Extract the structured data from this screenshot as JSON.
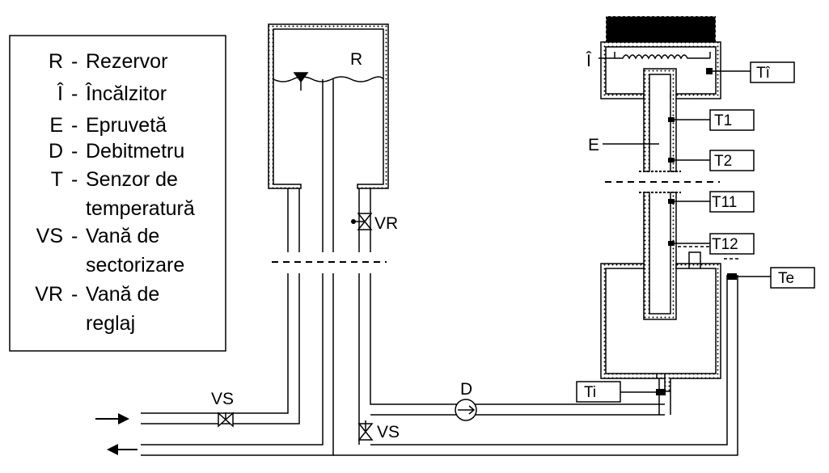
{
  "legend": {
    "items": [
      {
        "code": "R",
        "desc": "Rezervor"
      },
      {
        "code": "Î",
        "desc": "Încălzitor"
      },
      {
        "code": "E",
        "desc": "Epruvetă"
      },
      {
        "code": "D",
        "desc": "Debitmetru"
      },
      {
        "code": "T",
        "desc": "Senzor de",
        "desc2": "temperatură"
      },
      {
        "code": "VS",
        "desc": "Vană de",
        "desc2": "sectorizare"
      },
      {
        "code": "VR",
        "desc": "Vană de",
        "desc2": "reglaj"
      }
    ]
  },
  "labels": {
    "reservoir": "R",
    "valve_vr": "VR",
    "valve_vs_left": "VS",
    "valve_vs_bottom": "VS",
    "flowmeter": "D",
    "specimen": "E",
    "heater": "Î"
  },
  "sensors": {
    "ti_heater": "Tî",
    "t1": "T1",
    "t2": "T2",
    "t11": "T11",
    "t12": "T12",
    "te": "Te",
    "ti": "Ti"
  }
}
